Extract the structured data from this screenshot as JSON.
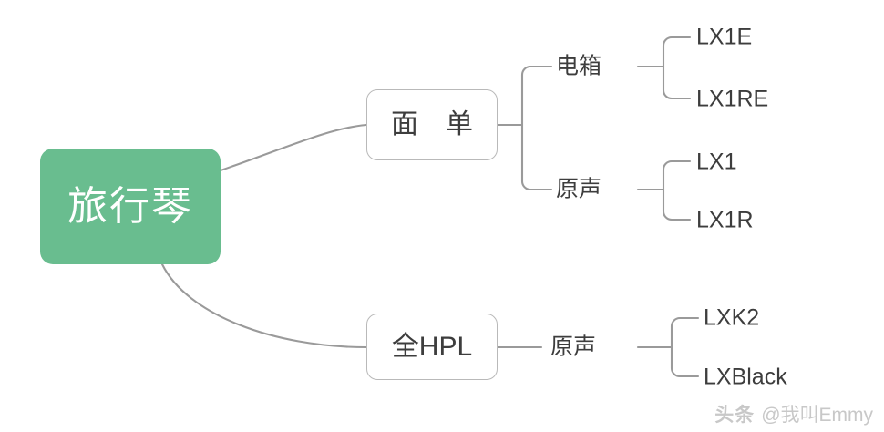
{
  "diagram": {
    "type": "mindmap",
    "title_node": "旅行琴",
    "root": {
      "label": "旅行琴",
      "color": "#69bd8f",
      "text_color": "#ffffff"
    },
    "branches": [
      {
        "label": "面　单",
        "children": [
          {
            "label": "电箱",
            "children": [
              "LX1E",
              "LX1RE"
            ]
          },
          {
            "label": "原声",
            "children": [
              "LX1",
              "LX1R"
            ]
          }
        ]
      },
      {
        "label": "全HPL",
        "children": [
          {
            "label": "原声",
            "children": [
              "LXK2",
              "LXBlack"
            ]
          }
        ]
      }
    ]
  },
  "nodes": {
    "root": "旅行琴",
    "mian_dan": "面　单",
    "quan_hpl": "全HPL",
    "dian_xiang": "电箱",
    "yuan_sheng_1": "原声",
    "yuan_sheng_2": "原声",
    "lx1e": "LX1E",
    "lx1re": "LX1RE",
    "lx1": "LX1",
    "lx1r": "LX1R",
    "lxk2": "LXK2",
    "lxblack": "LXBlack"
  },
  "watermark": {
    "brand": "头条",
    "handle": "@我叫Emmy"
  },
  "colors": {
    "root_fill": "#69bd8f",
    "node_border": "#b9b9b9",
    "edge": "#9a9a9a",
    "text": "#3d3d3d",
    "watermark": "#c8c8c8",
    "background": "#ffffff"
  }
}
